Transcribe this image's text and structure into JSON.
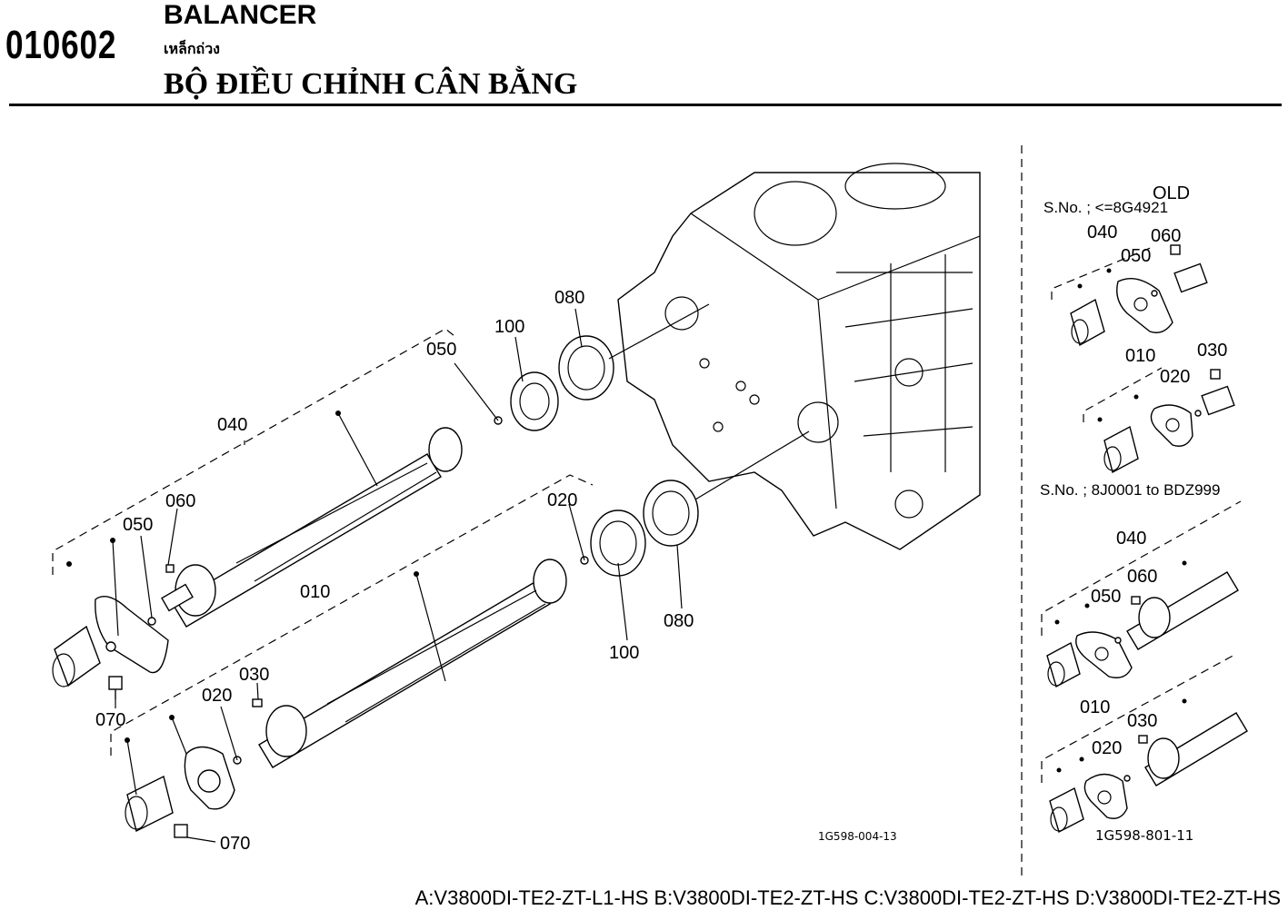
{
  "header": {
    "code": "010602",
    "title_en": "BALANCER",
    "title_th": "เหล็กถ่วง",
    "title_vi": "BỘ ĐIỀU CHỈNH CÂN BẰNG"
  },
  "main": {
    "labels": {
      "upper_040": "040",
      "upper_050a": "050",
      "upper_100": "100",
      "upper_080": "080",
      "upper_060": "060",
      "upper_050b": "050",
      "upper_070": "070",
      "lower_010": "010",
      "lower_020a": "020",
      "lower_100": "100",
      "lower_080": "080",
      "lower_030": "030",
      "lower_020b": "020",
      "lower_070": "070"
    },
    "drawing_number": "1G598-004-13"
  },
  "inset": {
    "old_title": "OLD",
    "old_serial": "S.No. ; <=8G4921",
    "old_labels": {
      "l040": "040",
      "l060": "060",
      "l050": "050",
      "l010": "010",
      "l030": "030",
      "l020": "020"
    },
    "new_serial": "S.No. ; 8J0001 to BDZ999",
    "new_labels": {
      "l040": "040",
      "l060": "060",
      "l050": "050",
      "l010": "010",
      "l030": "030",
      "l020": "020"
    },
    "drawing_number": "1G598-801-11"
  },
  "footer": {
    "models": "A:V3800DI-TE2-ZT-L1-HS B:V3800DI-TE2-ZT-HS C:V3800DI-TE2-ZT-HS D:V3800DI-TE2-ZT-HS"
  }
}
